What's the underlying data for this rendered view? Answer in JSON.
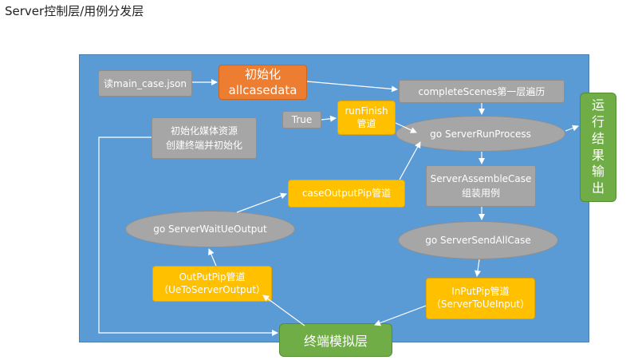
{
  "title": "Server控制层/用例分发层",
  "nodes": {
    "read_case": "读main_case.json",
    "init": "初始化\nallcasedata",
    "complete_scenes": "completeScenes第一层遍历",
    "true_label": "True",
    "run_finish": "runFinish\n管道",
    "run_process": "go ServerRunProcess",
    "init_media": "初始化媒体资源\n创建终端并初始化",
    "assemble": "ServerAssembleCase\n组装用例",
    "case_output": "caseOutputPip管道",
    "wait_output": "go ServerWaitUeOutput",
    "send_all": "go ServerSendAllCase",
    "output_pip": "OutPutPip管道\n（UeToServerOutput）",
    "input_pip": "InPutPip管道\n（ServerToUeInput）",
    "terminal": "终端模拟层",
    "result": "运\n行\n结\n果\n输\n出"
  },
  "colors": {
    "background": "#5b9bd5",
    "gray": "#a6a6a6",
    "yellow": "#ffc000",
    "orange": "#ed7d31",
    "green": "#70ad47"
  }
}
